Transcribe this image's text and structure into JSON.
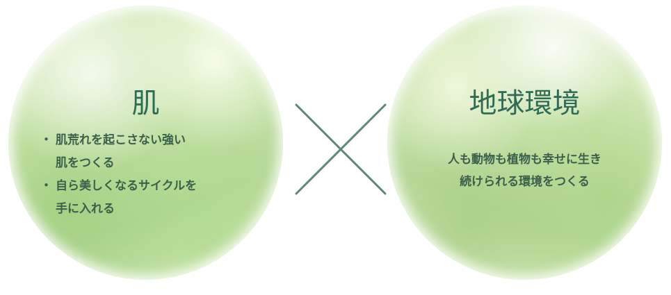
{
  "left_circle": {
    "title": "肌",
    "bullets": [
      {
        "lines": [
          "肌荒れを起こさない強い",
          "肌をつくる"
        ]
      },
      {
        "lines": [
          "自ら美しくなるサイクルを",
          "手に入れる"
        ]
      }
    ]
  },
  "cross_symbol": "×",
  "right_circle": {
    "title": "地球環境",
    "description_lines": [
      "人も動物も植物も幸せに生き",
      "続けられる環境をつくる"
    ]
  },
  "colors": {
    "title_green": "#2f6b55",
    "body_text": "#3b5f4a",
    "cross_line": "#5f8579"
  }
}
